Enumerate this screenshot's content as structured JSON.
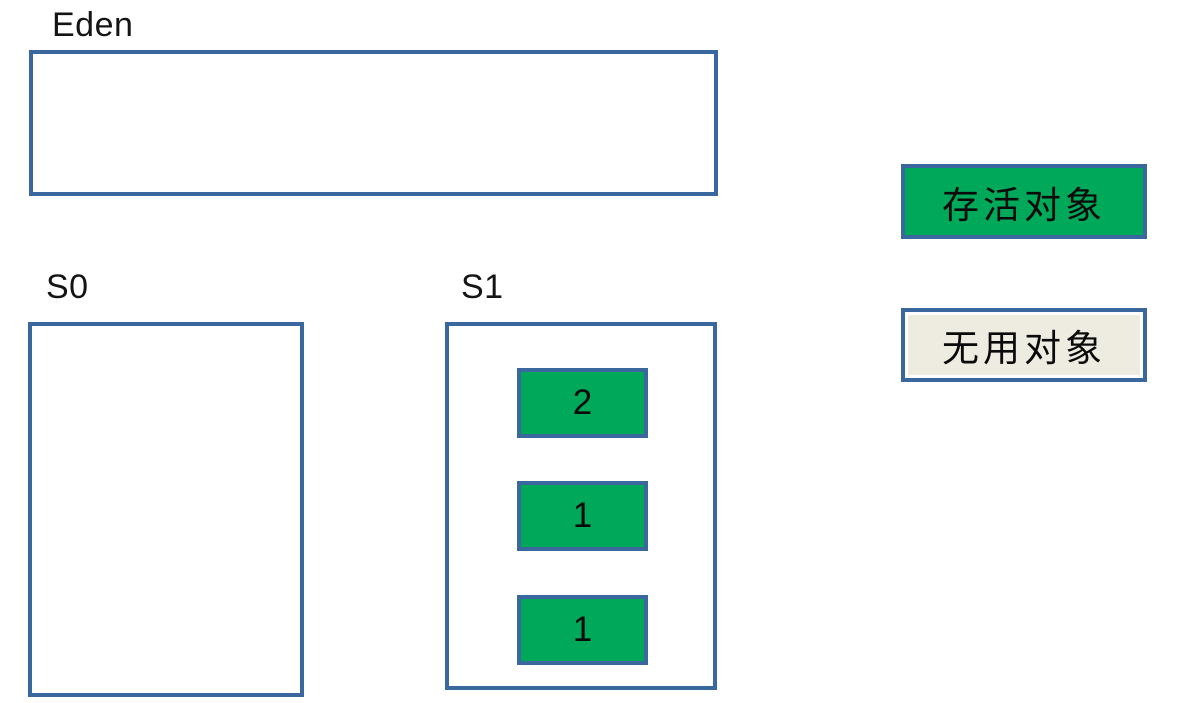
{
  "diagram": {
    "title_context": "JVM young generation memory regions",
    "regions": {
      "eden": {
        "label": "Eden"
      },
      "s0": {
        "label": "S0"
      },
      "s1": {
        "label": "S1",
        "blocks": [
          {
            "value": "2"
          },
          {
            "value": "1"
          },
          {
            "value": "1"
          }
        ]
      }
    },
    "legend": {
      "alive": {
        "label": "存活对象"
      },
      "useless": {
        "label": "无用对象"
      }
    },
    "colors": {
      "outline": "#3A679E",
      "alive_fill": "#00A859",
      "useless_fill": "#EEECE1",
      "text": "#141414"
    }
  }
}
